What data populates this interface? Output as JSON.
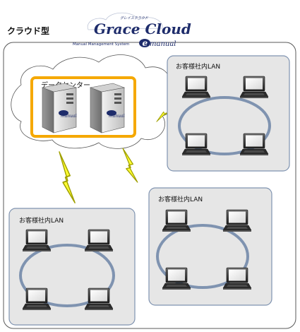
{
  "heading": "クラウド型",
  "logo": {
    "kana": "グレイスクラウド",
    "title": "Grace Cloud",
    "subtitle": "Manual Management System",
    "emanual": "manual"
  },
  "datacenter": {
    "label": "データセンター",
    "server_badge": "manual"
  },
  "lans": [
    {
      "label": "お客様社内LAN"
    },
    {
      "label": "お客様社内LAN"
    },
    {
      "label": "お客様社内LAN"
    }
  ],
  "colors": {
    "outer_border": "#5a5a5a",
    "lan_fill": "#e6e6e6",
    "ring": "#7f93b0",
    "datacenter_border": "#f5a800",
    "bolt_fill": "#ffff33",
    "bolt_stroke": "#a0a000",
    "logo_navy": "#1e2c6b"
  }
}
